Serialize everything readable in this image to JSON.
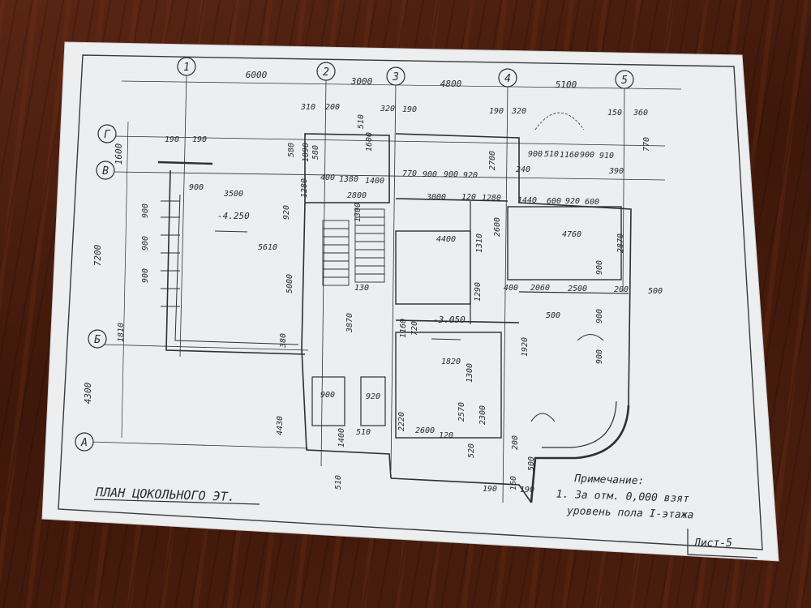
{
  "drawing": {
    "title": "ПЛАН ЦОКОЛЬНОГО ЭТ.",
    "note": {
      "heading": "Примечание:",
      "line1": "1. За отм. 0,000 взят",
      "line2": "уровень пола I-этажа"
    },
    "sheet_label": "Лист-5",
    "levels": {
      "left": "-4.250",
      "center": "-3.050"
    },
    "axes_top": [
      "1",
      "2",
      "3",
      "4",
      "5"
    ],
    "axes_left": [
      "Г",
      "В",
      "Б",
      "А"
    ],
    "top_spans": [
      "6000",
      "3000",
      "4800",
      "5100"
    ],
    "left_spans": [
      "1600",
      "7200",
      "4300"
    ],
    "dimensions": {
      "d310": "310",
      "d200a": "200",
      "d320": "320",
      "d190a": "190",
      "d510a": "510",
      "d190b": "190",
      "d320b": "320",
      "d150": "150",
      "d360": "360",
      "d190c": "190",
      "d190d": "190",
      "d580": "580",
      "d1090": "1090",
      "d580b": "580",
      "d1600": "1600",
      "d3500": "3500",
      "d900a": "900",
      "d5610": "5610",
      "d400a": "400",
      "d1380": "1380",
      "d1400": "1400",
      "d2800": "2800",
      "d1280": "1280",
      "d920": "920",
      "d1300": "1300",
      "d770": "770",
      "d900b": "900",
      "d900c": "900",
      "d900d": "900",
      "d920b": "920",
      "d2700": "2700",
      "d900e": "900",
      "d510b": "510",
      "d1160": "1160",
      "d900f": "900",
      "d910": "910",
      "d770b": "770",
      "d390": "390",
      "d240": "240",
      "d3000": "3000",
      "d120a": "120",
      "d1280b": "1280",
      "d1440": "1440",
      "d600": "600",
      "d920c": "920",
      "d600b": "600",
      "d2870": "2870",
      "d4400": "4400",
      "d4760": "4760",
      "d2600": "2600",
      "d1310": "1310",
      "d5000": "5000",
      "d3870": "3870",
      "d380": "380",
      "d1810": "1810",
      "d4430": "4430",
      "d400b": "400",
      "d2060": "2060",
      "d2500": "2500",
      "d200b": "200",
      "d500": "500",
      "d1290": "1290",
      "d130": "130",
      "d1160b": "1160",
      "d720": "720",
      "d500b": "500",
      "d1820": "1820",
      "d1920": "1920",
      "d1300b": "1300",
      "d900g": "900",
      "d920d": "920",
      "d2570": "2570",
      "d2300": "2300",
      "d2220": "2220",
      "d2600b": "2600",
      "d120b": "120",
      "d520": "520",
      "d510c": "510",
      "d1400b": "1400",
      "d510d": "510",
      "d500c": "500",
      "d200c": "200",
      "d190e": "190",
      "d160": "160",
      "d190f": "190",
      "d900h": "900",
      "d900i": "900",
      "d900j": "900",
      "d900k": "900",
      "d900l": "900",
      "d900m": "900"
    }
  },
  "colors": {
    "paper": "#eceef0",
    "ink": "#2a2a2e",
    "wood": "#4a1e0e"
  }
}
